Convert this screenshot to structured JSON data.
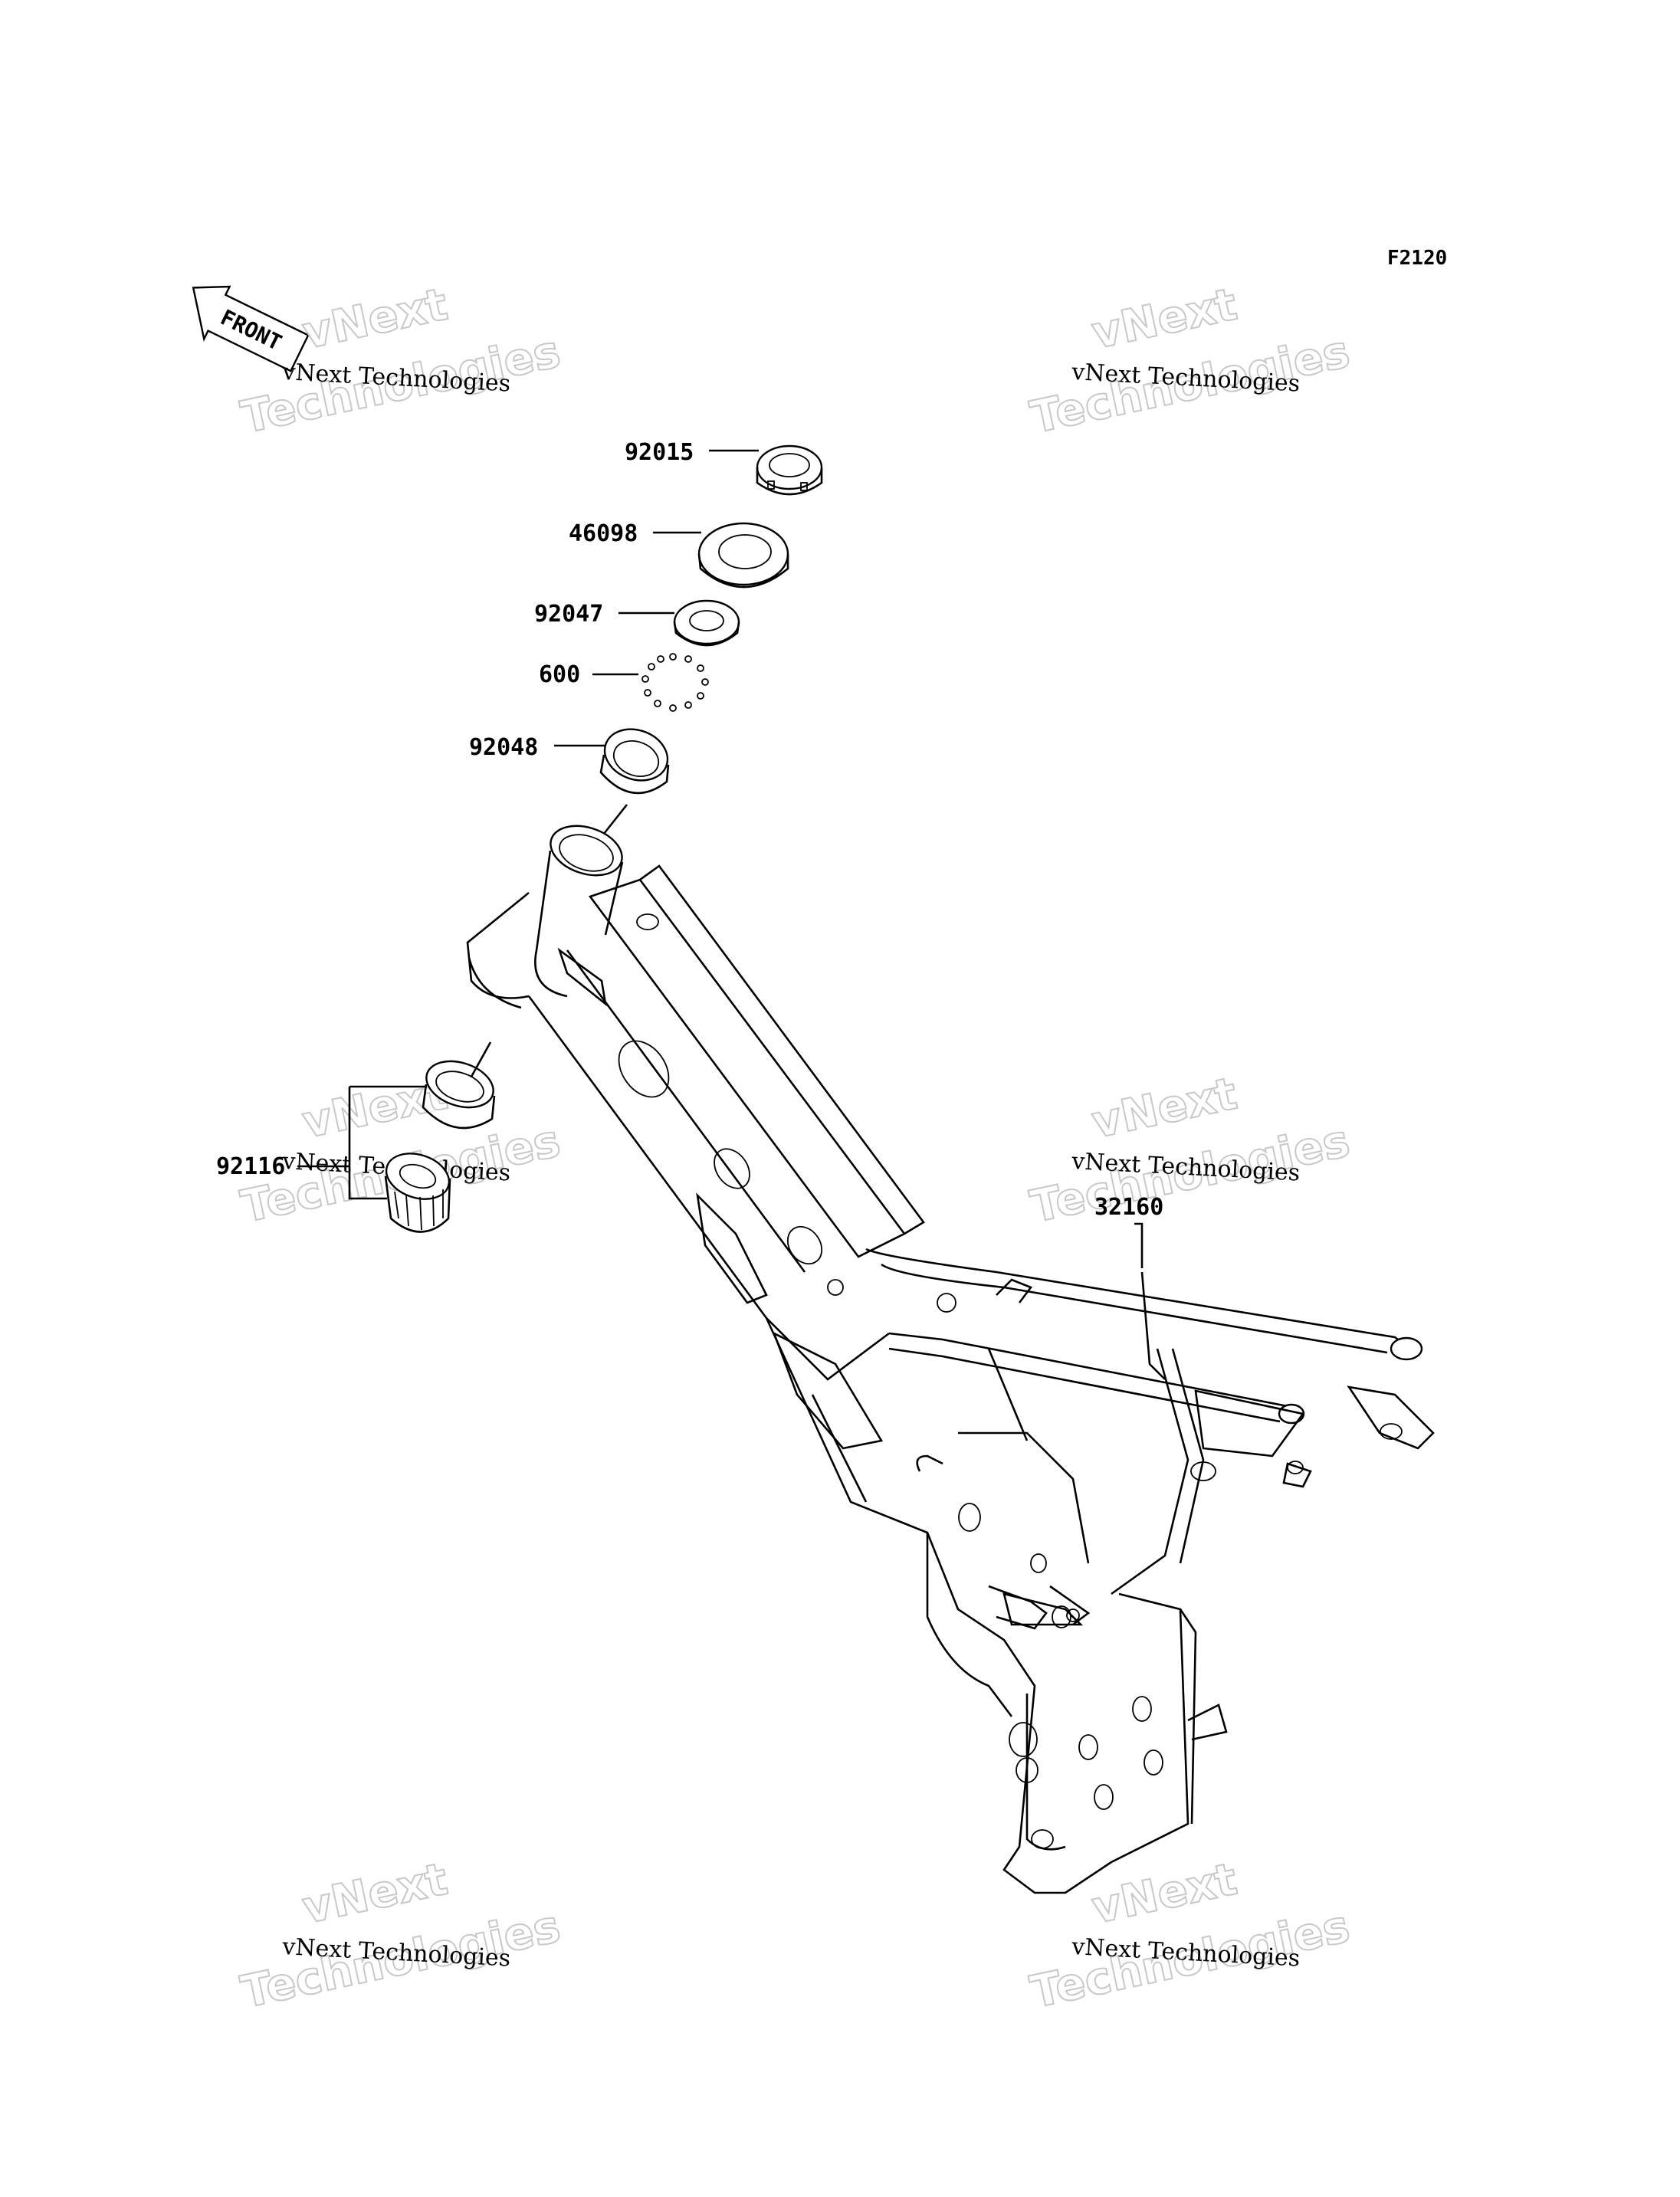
{
  "figure_code": "F2120",
  "front_arrow_label": "FRONT",
  "watermark": {
    "small_text": "vNext Technologies",
    "big_line1": "vNext",
    "big_line2": "Technologies"
  },
  "parts": [
    {
      "id": "92015"
    },
    {
      "id": "46098"
    },
    {
      "id": "92047"
    },
    {
      "id": "600"
    },
    {
      "id": "92048"
    },
    {
      "id": "92116"
    },
    {
      "id": "32160"
    }
  ]
}
